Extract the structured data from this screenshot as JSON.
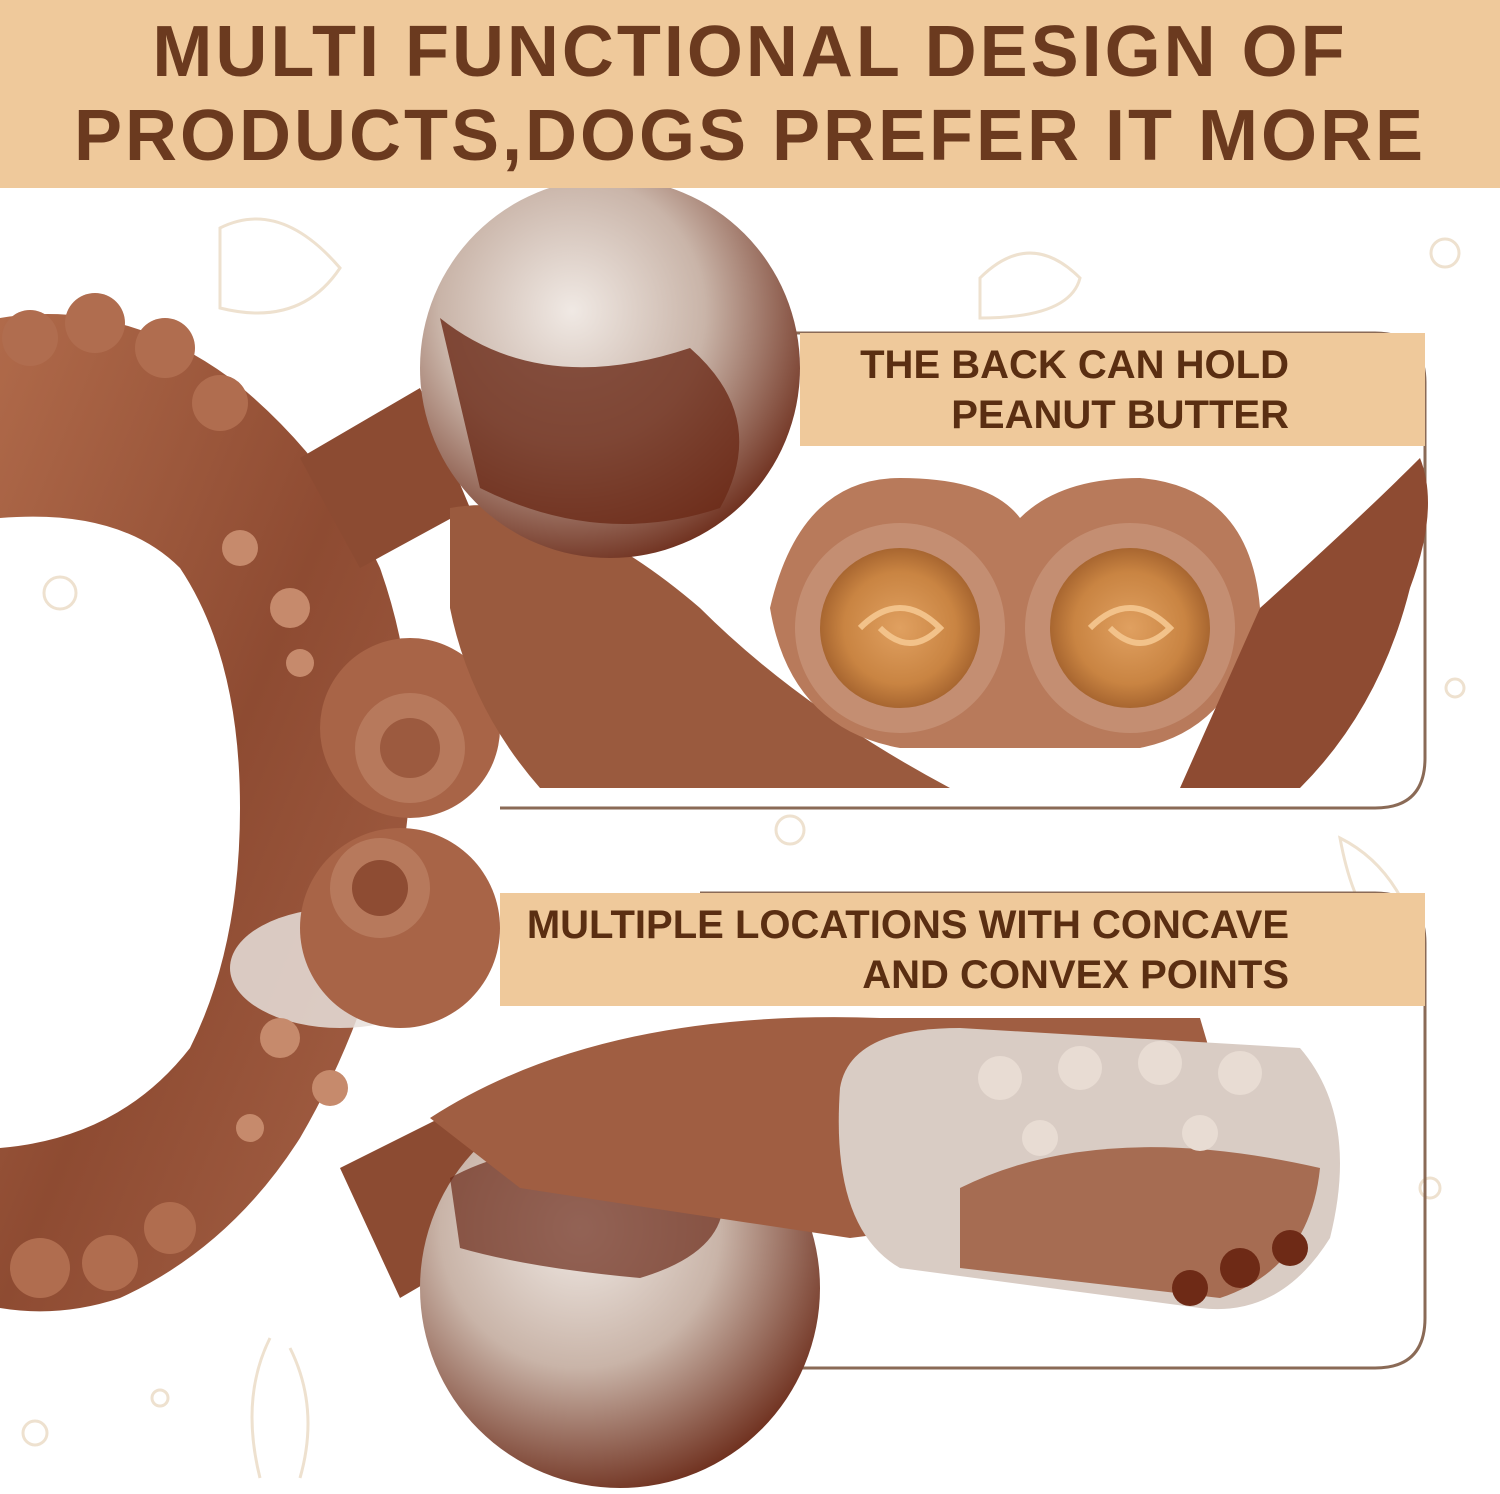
{
  "header": {
    "line1": "MULTI FUNCTIONAL DESIGN OF",
    "line2": "PRODUCTS,DOGS PREFER IT MORE"
  },
  "callouts": [
    {
      "line1": "THE BACK CAN HOLD",
      "line2": "PEANUT BUTTER"
    },
    {
      "line1": "MULTIPLE LOCATIONS WITH CONCAVE",
      "line2": "AND CONVEX POINTS"
    }
  ],
  "colors": {
    "header_band": "#efc99b",
    "header_text": "#6b3a1f",
    "toy_brown": "#9a5a3e",
    "toy_dark": "#5e2516",
    "toy_white": "#ddd6d2",
    "peanut_butter": "#d18c4a"
  }
}
